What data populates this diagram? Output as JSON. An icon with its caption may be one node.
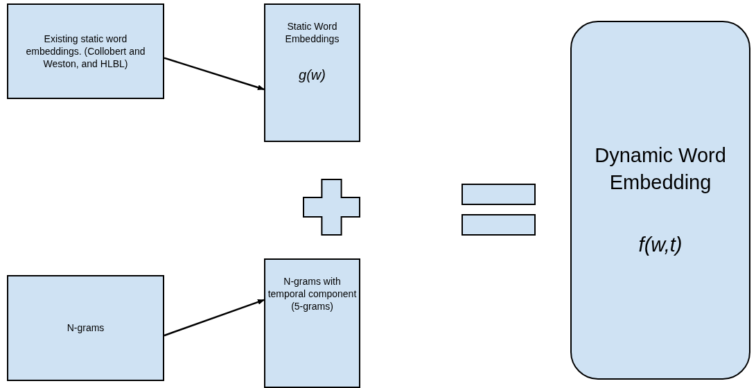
{
  "diagram": {
    "nodes": [
      {
        "text": [
          "Existing static word embeddings. (Collobert and Weston, and HLBL)"
        ]
      },
      {
        "text": [
          "Static Word Embeddings",
          "g(w)"
        ]
      },
      {
        "text": [],
        "shape": "plus"
      },
      {
        "text": [],
        "shape": "bar"
      },
      {
        "text": [],
        "shape": "bar"
      },
      {
        "text": [
          "Dynamic Word Embedding",
          "f(w,t)"
        ]
      },
      {
        "text": [
          "N-grams"
        ]
      },
      {
        "text": [
          "N-grams with temporal component (5-grams)"
        ]
      }
    ],
    "edges": [
      {
        "from": 0,
        "to": 1,
        "arrow": "to"
      },
      {
        "from": 6,
        "to": 7,
        "arrow": "to"
      }
    ]
  }
}
